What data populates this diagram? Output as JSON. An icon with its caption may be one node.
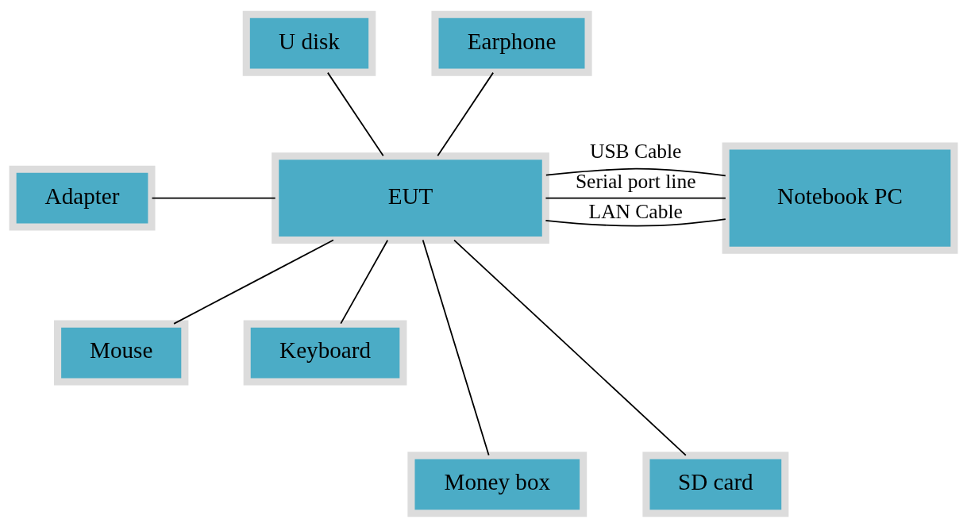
{
  "diagram": {
    "nodes": [
      {
        "text": [
          "U disk"
        ]
      },
      {
        "text": [
          "Earphone"
        ]
      },
      {
        "text": [
          "Adapter"
        ]
      },
      {
        "text": [
          "EUT"
        ]
      },
      {
        "text": [
          "Notebook PC"
        ]
      },
      {
        "text": [
          "Mouse"
        ]
      },
      {
        "text": [
          "Keyboard"
        ]
      },
      {
        "text": [
          "Money box"
        ]
      },
      {
        "text": [
          "SD card"
        ]
      }
    ],
    "edges": [
      {
        "from": 0,
        "to": 3,
        "arrow": "none"
      },
      {
        "from": 1,
        "to": 3,
        "arrow": "none"
      },
      {
        "from": 2,
        "to": 3,
        "arrow": "none"
      },
      {
        "from": 3,
        "to": 4,
        "arrow": "none",
        "label": "LAN Cable"
      },
      {
        "from": 3,
        "to": 4,
        "arrow": "none",
        "label": "Serial port line"
      },
      {
        "from": 3,
        "to": 4,
        "arrow": "none",
        "label": "USB Cable"
      },
      {
        "from": 3,
        "to": 5,
        "arrow": "none"
      },
      {
        "from": 3,
        "to": 6,
        "arrow": "none"
      },
      {
        "from": 3,
        "to": 7,
        "arrow": "none"
      },
      {
        "from": 3,
        "to": 8,
        "arrow": "none"
      }
    ]
  }
}
